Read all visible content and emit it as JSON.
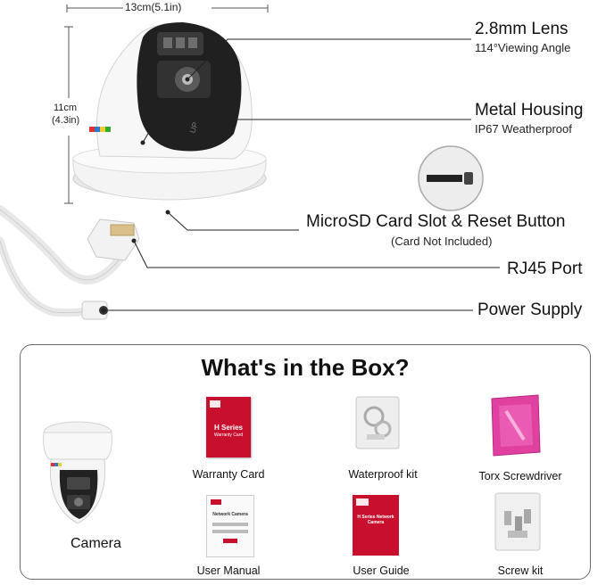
{
  "dimensions": {
    "width_label": "13cm(5.1in)",
    "height_label_cm": "11cm",
    "height_label_in": "(4.3in)"
  },
  "callouts": [
    {
      "title": "2.8mm Lens",
      "subtitle": "114°Viewing Angle"
    },
    {
      "title": "Metal Housing",
      "subtitle": "IP67 Weatherproof"
    },
    {
      "title": "MicroSD Card Slot & Reset Button",
      "subtitle": "(Card Not Included)"
    },
    {
      "title": "RJ45 Port",
      "subtitle": ""
    },
    {
      "title": "Power Supply",
      "subtitle": ""
    }
  ],
  "box": {
    "title": "What's in the Box?",
    "camera_label": "Camera",
    "items": [
      {
        "label": "Warranty Card",
        "icon": "warranty-card-icon",
        "card_title": "H Series",
        "card_sub": "Warranty Card"
      },
      {
        "label": "Waterproof kit",
        "icon": "waterproof-kit-icon"
      },
      {
        "label": "Torx Screwdriver",
        "icon": "torx-screwdriver-icon"
      },
      {
        "label": "User Manual",
        "icon": "user-manual-icon",
        "card_title": "Network Camera"
      },
      {
        "label": "User Guide",
        "icon": "user-guide-icon",
        "card_title": "H Series Network Camera"
      },
      {
        "label": "Screw kit",
        "icon": "screw-kit-icon"
      }
    ]
  },
  "colors": {
    "box_border": "#6a6a6a",
    "warranty_red": "#c8102e",
    "screwdriver_pink": "#e040a0"
  }
}
